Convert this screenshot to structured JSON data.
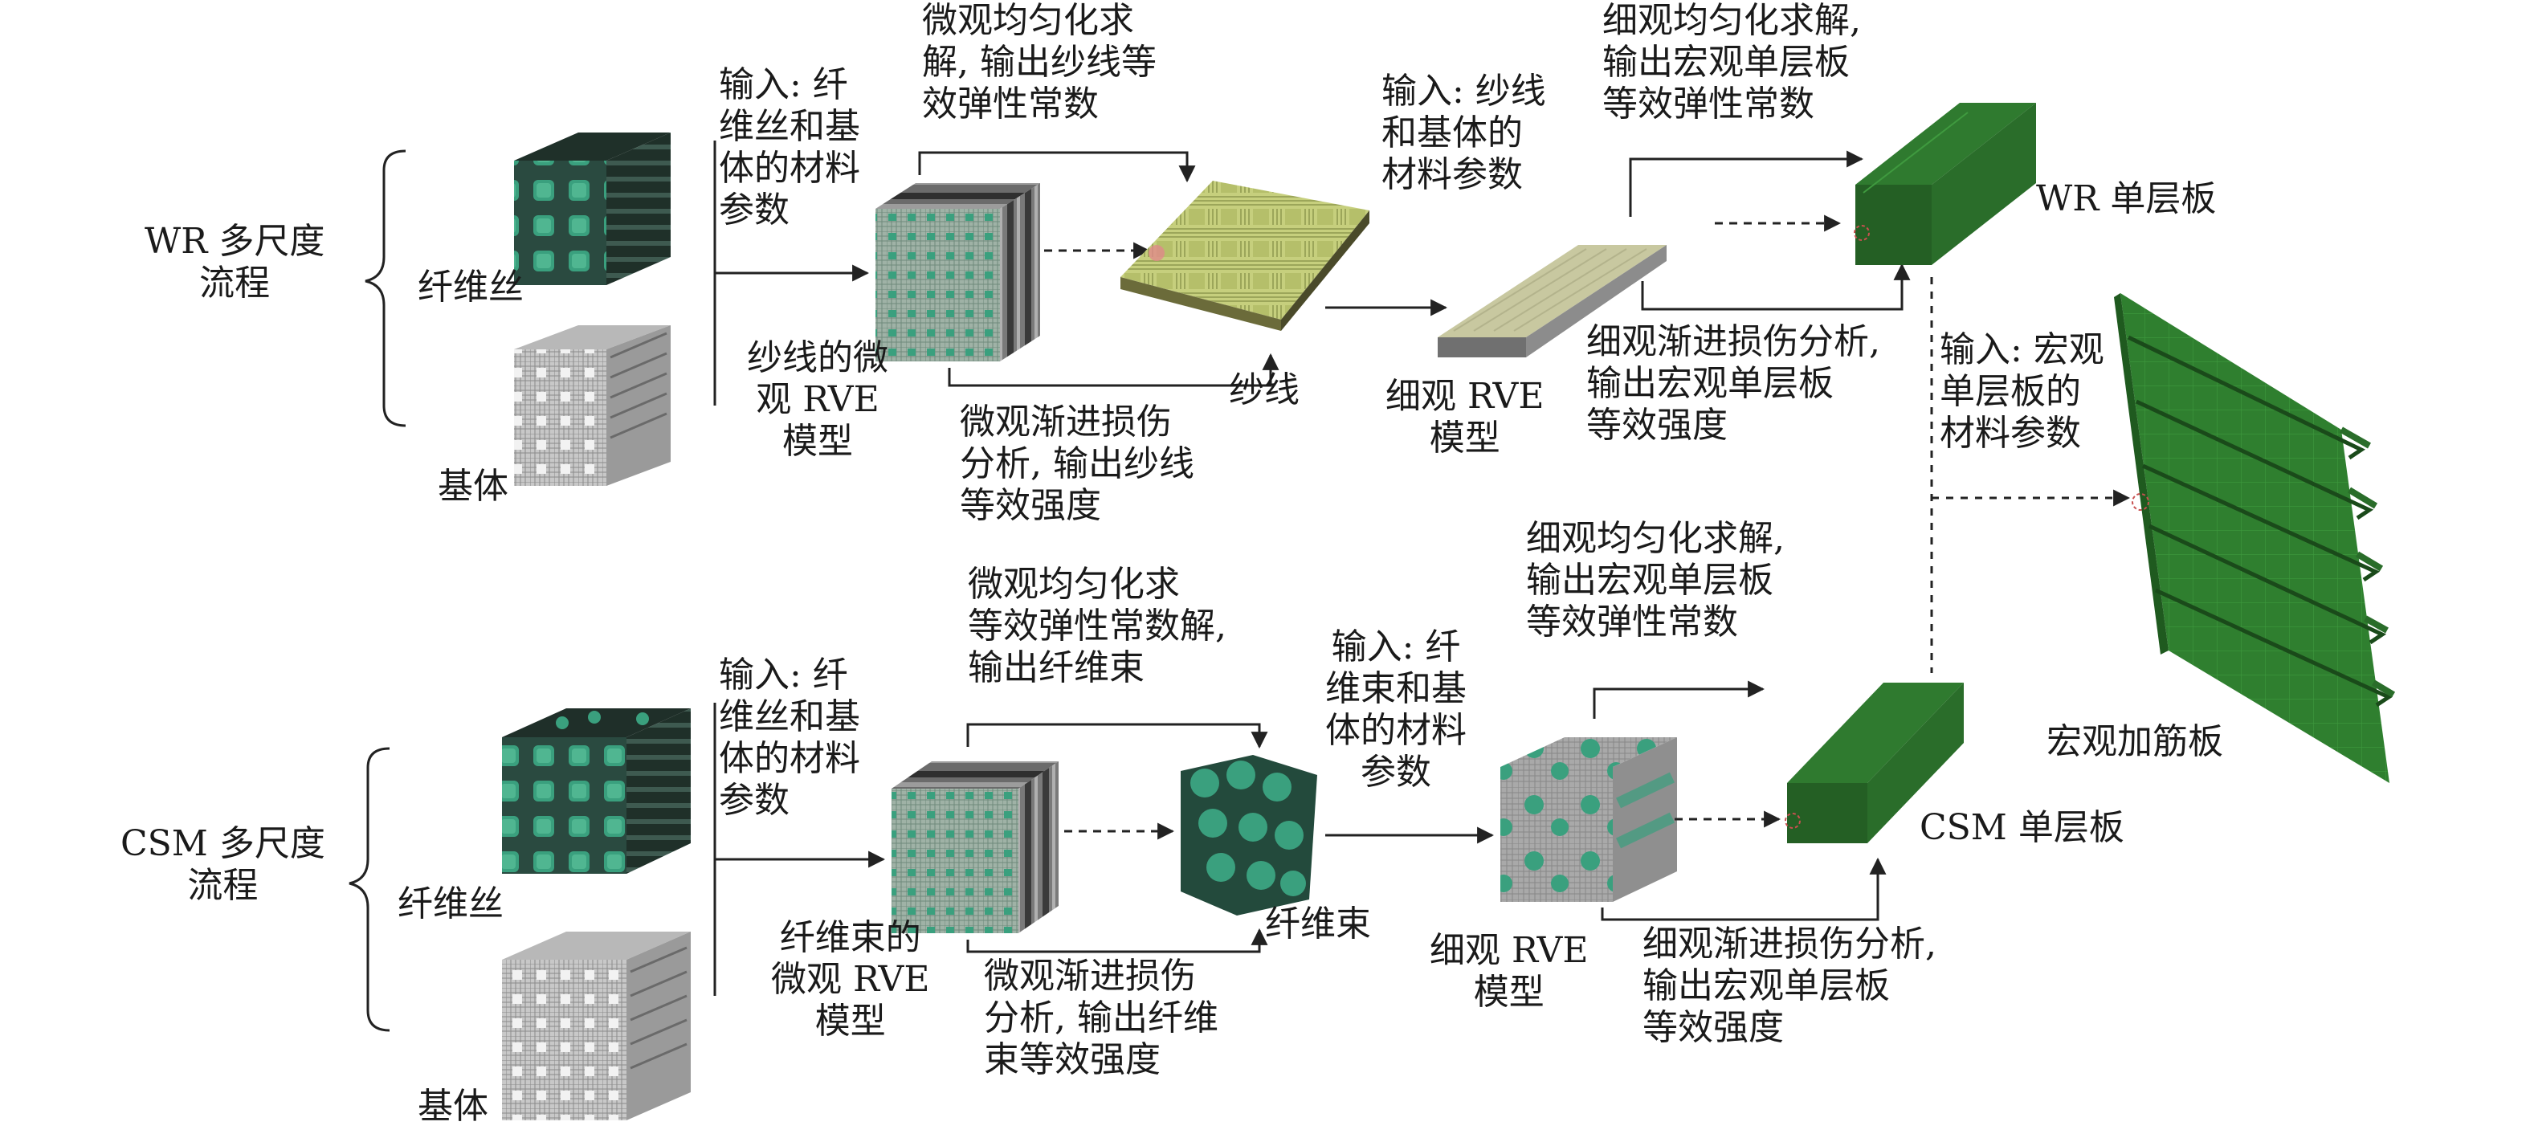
{
  "colors": {
    "fiber": "#2f8f6f",
    "fiber_dark": "#1f3d34",
    "matrix": "#9a9a9a",
    "yarn": "#c3cc7a",
    "laminate": "#2a6d2a",
    "plate": "#2f7f2f",
    "arrow": "#222222"
  },
  "wr": {
    "title": "WR 多尺度\n流程",
    "fiber_label": "纤维丝",
    "matrix_label": "基体",
    "input_text": "输入: 纤\n维丝和基\n体的材料\n参数",
    "micro_homog_text": "微观均匀化求\n解, 输出纱线等\n效弹性常数",
    "micro_rve_label": "纱线的微\n观 RVE\n模型",
    "micro_damage_text": "微观渐进损伤\n分析, 输出纱线\n等效强度",
    "yarn_label": "纱线",
    "meso_input_text": "输入: 纱线\n和基体的\n材料参数",
    "meso_rve_label": "细观 RVE\n模型",
    "meso_homog_text": "细观均匀化求解,\n输出宏观单层板\n等效弹性常数",
    "meso_damage_text": "细观渐进损伤分析,\n输出宏观单层板\n等效强度",
    "laminate_label": "WR 单层板"
  },
  "csm": {
    "title": "CSM 多尺度\n流程",
    "fiber_label": "纤维丝",
    "matrix_label": "基体",
    "input_text": "输入: 纤\n维丝和基\n体的材料\n参数",
    "micro_homog_text": "微观均匀化求\n等效弹性常数解,\n输出纤维束",
    "micro_rve_label": "纤维束的\n微观 RVE\n模型",
    "micro_damage_text": "微观渐进损伤\n分析, 输出纤维\n束等效强度",
    "bundle_label": "纤维束",
    "meso_input_text": "输入: 纤\n维束和基\n体的材料\n参数",
    "meso_rve_label": "细观 RVE\n模型",
    "meso_homog_text": "细观均匀化求解,\n输出宏观单层板\n等效弹性常数",
    "meso_damage_text": "细观渐进损伤分析,\n输出宏观单层板\n等效强度",
    "laminate_label": "CSM 单层板"
  },
  "macro": {
    "input_text": "输入: 宏观\n单层板的\n材料参数",
    "plate_label": "宏观加筋板"
  }
}
